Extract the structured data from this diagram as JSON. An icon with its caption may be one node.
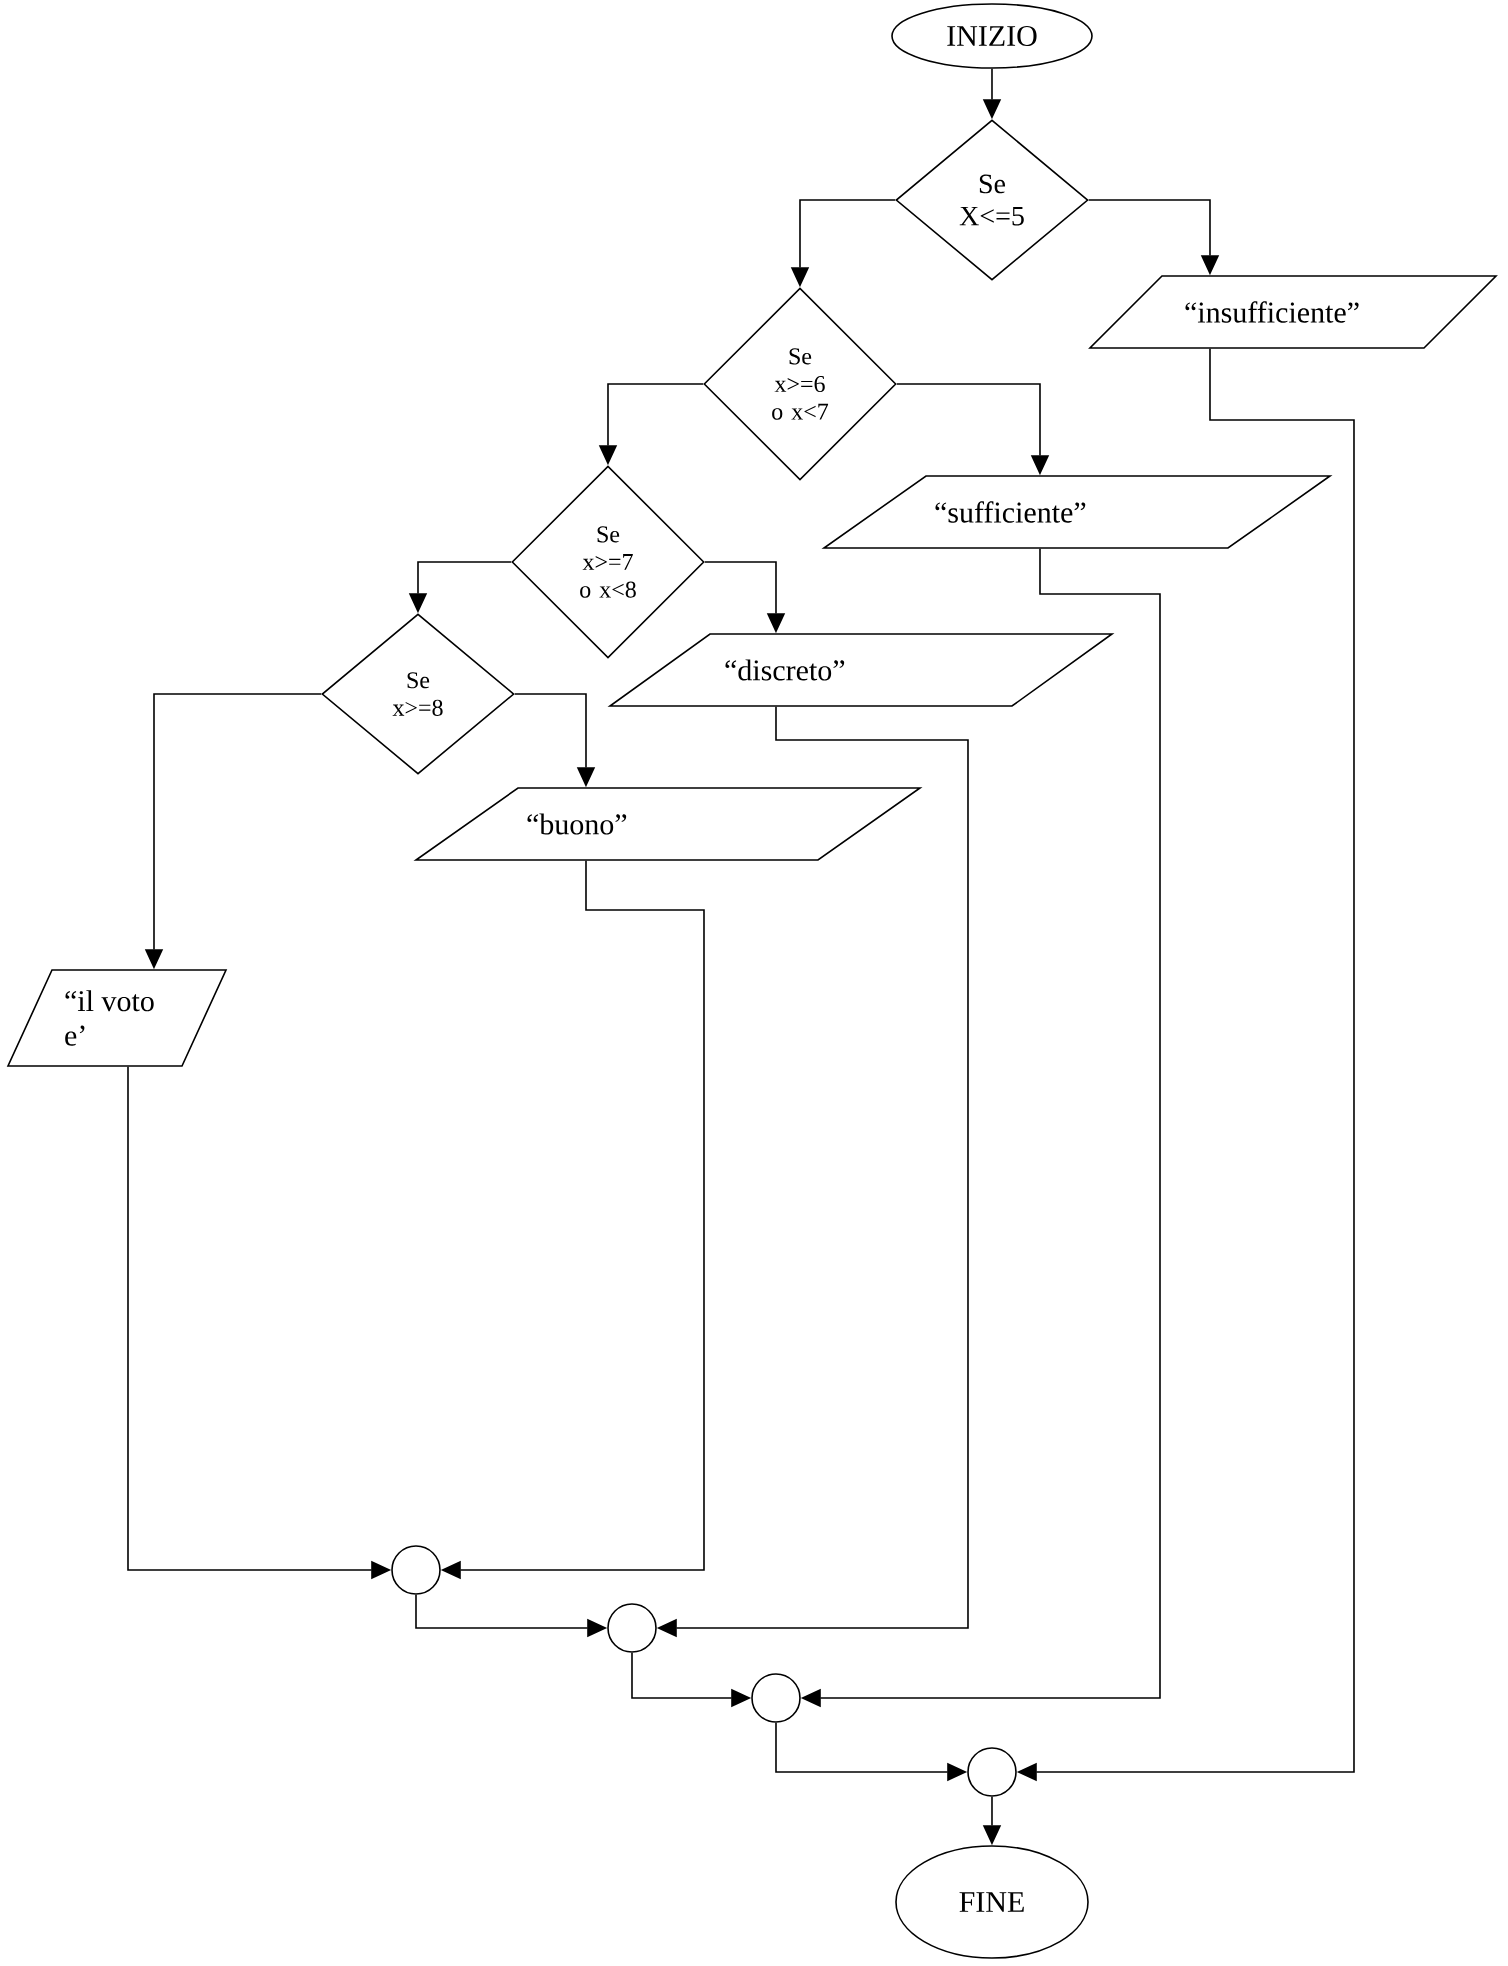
{
  "diagram": {
    "nodes": [
      {
        "text": [
          "INIZIO"
        ]
      },
      {
        "text": [
          "Se X<=5"
        ]
      },
      {
        "text": [
          "“insufficiente”"
        ]
      },
      {
        "text": [
          "Se x>=6 o x<7"
        ]
      },
      {
        "text": [
          "“sufficiente”"
        ]
      },
      {
        "text": [
          "Se x>=7 o x<8"
        ]
      },
      {
        "text": [
          "“discreto”"
        ]
      },
      {
        "text": [
          "Se x>=8"
        ]
      },
      {
        "text": [
          "“buono”"
        ]
      },
      {
        "text": [
          "“il voto e’"
        ]
      },
      {
        "text": [],
        "shape": "circle"
      },
      {
        "text": [],
        "shape": "circle"
      },
      {
        "text": [],
        "shape": "circle"
      },
      {
        "text": [],
        "shape": "circle"
      },
      {
        "text": [
          "FINE"
        ]
      }
    ],
    "edges": [
      {
        "from": 0,
        "to": 1,
        "arrow": "to"
      },
      {
        "from": 1,
        "to": 3,
        "arrow": "to"
      },
      {
        "from": 1,
        "to": 2,
        "arrow": "to"
      },
      {
        "from": 3,
        "to": 5,
        "arrow": "to"
      },
      {
        "from": 3,
        "to": 4,
        "arrow": "to"
      },
      {
        "from": 5,
        "to": 7,
        "arrow": "to"
      },
      {
        "from": 5,
        "to": 6,
        "arrow": "to"
      },
      {
        "from": 7,
        "to": 9,
        "arrow": "to"
      },
      {
        "from": 7,
        "to": 8,
        "arrow": "to"
      },
      {
        "from": 9,
        "to": 10,
        "arrow": "to"
      },
      {
        "from": 8,
        "to": 10,
        "arrow": "to"
      },
      {
        "from": 10,
        "to": 11,
        "arrow": "to"
      },
      {
        "from": 6,
        "to": 11,
        "arrow": "to"
      },
      {
        "from": 11,
        "to": 12,
        "arrow": "to"
      },
      {
        "from": 4,
        "to": 12,
        "arrow": "to"
      },
      {
        "from": 12,
        "to": 13,
        "arrow": "to"
      },
      {
        "from": 2,
        "to": 13,
        "arrow": "to"
      },
      {
        "from": 13,
        "to": 14,
        "arrow": "to"
      }
    ]
  }
}
